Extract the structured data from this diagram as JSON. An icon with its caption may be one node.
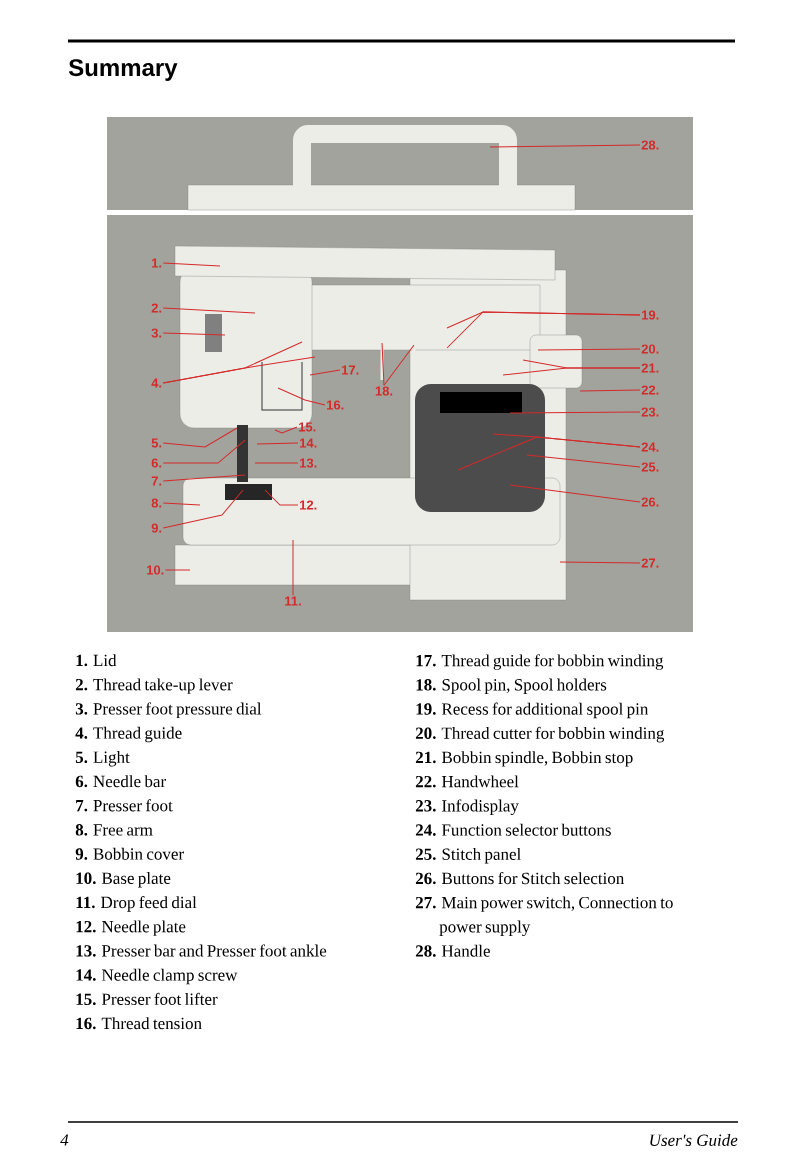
{
  "diagram": {
    "title": "Summary",
    "nodes": [
      {
        "text": [
          "1."
        ]
      },
      {
        "text": [
          "2."
        ]
      },
      {
        "text": [
          "3."
        ]
      },
      {
        "text": [
          "4."
        ]
      },
      {
        "text": [
          "5."
        ]
      },
      {
        "text": [
          "6."
        ]
      },
      {
        "text": [
          "7."
        ]
      },
      {
        "text": [
          "8."
        ]
      },
      {
        "text": [
          "9."
        ]
      },
      {
        "text": [
          "10."
        ]
      },
      {
        "text": [
          "11."
        ]
      },
      {
        "text": [
          "12."
        ]
      },
      {
        "text": [
          "13."
        ]
      },
      {
        "text": [
          "14."
        ]
      },
      {
        "text": [
          "15."
        ]
      },
      {
        "text": [
          "16."
        ]
      },
      {
        "text": [
          "17."
        ]
      },
      {
        "text": [
          "18."
        ]
      },
      {
        "text": [
          "19."
        ]
      },
      {
        "text": [
          "20."
        ]
      },
      {
        "text": [
          "21."
        ]
      },
      {
        "text": [
          "22."
        ]
      },
      {
        "text": [
          "23."
        ]
      },
      {
        "text": [
          "24."
        ]
      },
      {
        "text": [
          "25."
        ]
      },
      {
        "text": [
          "26."
        ]
      },
      {
        "text": [
          "27."
        ]
      },
      {
        "text": [
          "28."
        ]
      }
    ],
    "edges": [
      {
        "from": 0,
        "to": null,
        "arrow": "none"
      },
      {
        "from": 1,
        "to": null,
        "arrow": "none"
      },
      {
        "from": 2,
        "to": null,
        "arrow": "none"
      },
      {
        "from": 3,
        "to": null,
        "arrow": "none"
      },
      {
        "from": 3,
        "to": null,
        "arrow": "none"
      },
      {
        "from": 4,
        "to": null,
        "arrow": "none"
      },
      {
        "from": 5,
        "to": null,
        "arrow": "none"
      },
      {
        "from": 6,
        "to": null,
        "arrow": "none"
      },
      {
        "from": 7,
        "to": null,
        "arrow": "none"
      },
      {
        "from": 8,
        "to": null,
        "arrow": "none"
      },
      {
        "from": 9,
        "to": null,
        "arrow": "none"
      },
      {
        "from": 10,
        "to": null,
        "arrow": "none"
      },
      {
        "from": 11,
        "to": null,
        "arrow": "none"
      },
      {
        "from": 12,
        "to": null,
        "arrow": "none"
      },
      {
        "from": 13,
        "to": null,
        "arrow": "none"
      },
      {
        "from": 14,
        "to": null,
        "arrow": "none"
      },
      {
        "from": 15,
        "to": null,
        "arrow": "none"
      },
      {
        "from": 16,
        "to": null,
        "arrow": "none"
      },
      {
        "from": 17,
        "to": null,
        "arrow": "none"
      },
      {
        "from": 17,
        "to": null,
        "arrow": "none"
      },
      {
        "from": 18,
        "to": null,
        "arrow": "none"
      },
      {
        "from": 18,
        "to": null,
        "arrow": "none"
      },
      {
        "from": 19,
        "to": null,
        "arrow": "none"
      },
      {
        "from": 20,
        "to": null,
        "arrow": "none"
      },
      {
        "from": 20,
        "to": null,
        "arrow": "none"
      },
      {
        "from": 21,
        "to": null,
        "arrow": "none"
      },
      {
        "from": 22,
        "to": null,
        "arrow": "none"
      },
      {
        "from": 23,
        "to": null,
        "arrow": "none"
      },
      {
        "from": 23,
        "to": null,
        "arrow": "none"
      },
      {
        "from": 24,
        "to": null,
        "arrow": "none"
      },
      {
        "from": 25,
        "to": null,
        "arrow": "none"
      },
      {
        "from": 26,
        "to": null,
        "arrow": "none"
      },
      {
        "from": 27,
        "to": null,
        "arrow": "none"
      }
    ],
    "labels": [
      "**1.** Lid",
      "**2.** Thread take-up lever",
      "**3.** Presser foot pressure dial",
      "**4.** Thread guide",
      "**5.** Light",
      "**6.** Needle bar",
      "**7.** Presser foot",
      "**8.** Free arm",
      "**9.** Bobbin cover",
      "**10.** Base plate",
      "**11.** Drop feed dial",
      "**12.** Needle plate",
      "**13.** Presser bar and Presser foot ankle",
      "**14.** Needle clamp screw",
      "**15.** Presser foot lifter",
      "**16.** Thread tension",
      "**17.** Thread guide for bobbin winding",
      "**18.** Spool pin, Spool holders",
      "**19.** Recess for additional spool pin",
      "**20.** Thread cutter for bobbin winding",
      "**21.** Bobbin spindle, Bobbin stop",
      "**22.** Handwheel",
      "**23.** Infodisplay",
      "**24.** Function selector buttons",
      "**25.** Stitch panel",
      "**26.** Buttons for Stitch selection",
      "**27.** Main power switch, Connection to power supply",
      "**28.** Handle",
      "4",
      "User's Guide"
    ]
  }
}
